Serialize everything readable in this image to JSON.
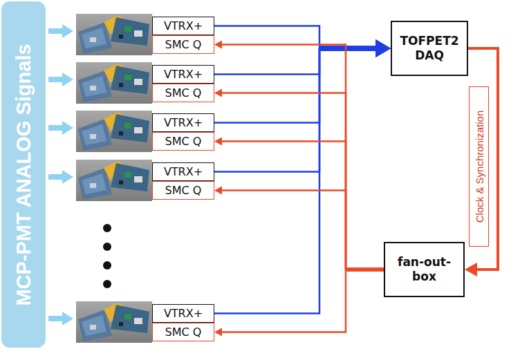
{
  "diagram": {
    "nodes": [
      {
        "text": [
          "MCP-PMT ANALOG Signals"
        ]
      },
      {
        "text": [
          "VTRX+"
        ]
      },
      {
        "text": [
          "SMC Q"
        ]
      },
      {
        "text": [
          "VTRX+"
        ]
      },
      {
        "text": [
          "SMC Q"
        ]
      },
      {
        "text": [
          "VTRX+"
        ]
      },
      {
        "text": [
          "SMC Q"
        ]
      },
      {
        "text": [
          "VTRX+"
        ]
      },
      {
        "text": [
          "SMC Q"
        ]
      },
      {
        "text": [
          "VTRX+"
        ]
      },
      {
        "text": [
          "SMC Q"
        ]
      },
      {
        "text": [
          "TOFPET2 DAQ"
        ]
      },
      {
        "text": [
          "Clock & Synchronization"
        ]
      },
      {
        "text": [
          "fan-out-box"
        ]
      }
    ],
    "edges": [
      {
        "from": 1,
        "to": 11,
        "arrow": "to"
      },
      {
        "from": 3,
        "to": 11,
        "arrow": "to"
      },
      {
        "from": 5,
        "to": 11,
        "arrow": "to"
      },
      {
        "from": 7,
        "to": 11,
        "arrow": "to"
      },
      {
        "from": 9,
        "to": 11,
        "arrow": "to"
      },
      {
        "from": 11,
        "to": 13,
        "arrow": "to"
      },
      {
        "from": 13,
        "to": 2,
        "arrow": "to"
      },
      {
        "from": 13,
        "to": 4,
        "arrow": "to"
      },
      {
        "from": 13,
        "to": 6,
        "arrow": "to"
      },
      {
        "from": 13,
        "to": 8,
        "arrow": "to"
      },
      {
        "from": 13,
        "to": 10,
        "arrow": "to"
      }
    ]
  }
}
